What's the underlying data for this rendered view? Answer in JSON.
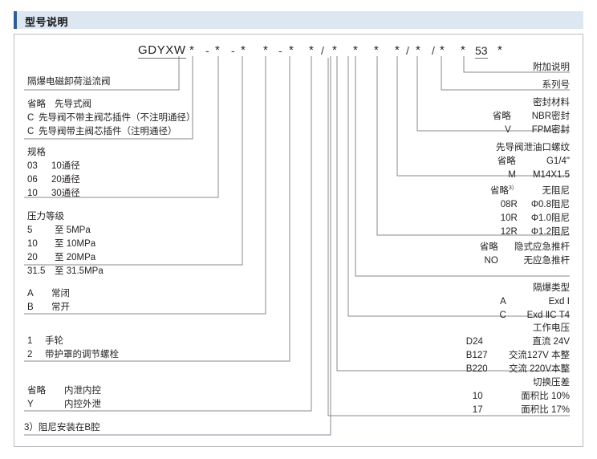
{
  "header": {
    "title": "型号说明"
  },
  "model_code": {
    "prefix": "GDYXW",
    "tokens": [
      "*",
      "-",
      "*",
      "-",
      "*",
      "*",
      "-",
      "*",
      "*",
      "/",
      "*",
      "*",
      "*",
      "*",
      "/",
      "*",
      "/",
      "*",
      "*",
      "53",
      "*"
    ],
    "series_number": "53"
  },
  "left_blocks": [
    {
      "name": "product-name",
      "lines": [
        {
          "text": "隔爆电磁卸荷溢流阀"
        }
      ]
    },
    {
      "name": "pilot-type",
      "lines": [
        {
          "key": "省略",
          "value": "先导式阀"
        },
        {
          "key": "C",
          "value": "先导阀不带主阀芯插件（不注明通径）"
        },
        {
          "key": "C",
          "value": "先导阀带主阀芯插件（注明通径）"
        }
      ]
    },
    {
      "name": "specification",
      "title": "规格",
      "lines": [
        {
          "key": "03",
          "value": "10通径"
        },
        {
          "key": "06",
          "value": "20通径"
        },
        {
          "key": "10",
          "value": "30通径"
        }
      ]
    },
    {
      "name": "pressure-rating",
      "title": "压力等级",
      "lines": [
        {
          "key": "5",
          "value": "至  5MPa"
        },
        {
          "key": "10",
          "value": "至 10MPa"
        },
        {
          "key": "20",
          "value": "至 20MPa"
        },
        {
          "key": "31.5",
          "value": "至 31.5MPa"
        }
      ]
    },
    {
      "name": "valve-state",
      "lines": [
        {
          "key": "A",
          "value": "常闭"
        },
        {
          "key": "B",
          "value": "常开"
        }
      ]
    },
    {
      "name": "adjustment-type",
      "lines": [
        {
          "key": "1",
          "value": "手轮"
        },
        {
          "key": "2",
          "value": "带护罩的调节螺栓"
        }
      ]
    },
    {
      "name": "drain-control",
      "lines": [
        {
          "key": "省略",
          "value": "内泄内控"
        },
        {
          "key": "Y",
          "value": "内控外泄"
        }
      ]
    }
  ],
  "footnote": "3）阻尼安装在B腔",
  "right_blocks": [
    {
      "name": "additional-note",
      "title": "附加说明",
      "lines": []
    },
    {
      "name": "series-number",
      "title": "系列号",
      "lines": []
    },
    {
      "name": "seal-material",
      "title": "密封材料",
      "lines": [
        {
          "key": "省略",
          "value": "NBR密封"
        },
        {
          "key": "V",
          "value": "FPM密封"
        }
      ]
    },
    {
      "name": "pilot-drain-thread",
      "title": "先导阀泄油口螺纹",
      "lines": [
        {
          "key": "省略",
          "value": "G1/4\""
        },
        {
          "key": "M",
          "value": "M14X1.5"
        }
      ]
    },
    {
      "name": "damping",
      "title": "",
      "lines": [
        {
          "key": "省略",
          "sup": "3）",
          "value": "无阻尼"
        },
        {
          "key": "08R",
          "value": "Φ0.8阻尼"
        },
        {
          "key": "10R",
          "value": "Φ1.0阻尼"
        },
        {
          "key": "12R",
          "value": "Φ1.2阻尼"
        }
      ]
    },
    {
      "name": "emergency-push-rod",
      "title": "",
      "lines": [
        {
          "key": "省略",
          "value": "隐式应急推杆"
        },
        {
          "key": "NO",
          "value": "无应急推杆"
        }
      ]
    },
    {
      "name": "explosion-proof-type",
      "title": "隔爆类型",
      "lines": [
        {
          "key": "A",
          "value": "Exd Ⅰ"
        },
        {
          "key": "C",
          "value": "Exd ⅡC T4"
        }
      ]
    },
    {
      "name": "working-voltage",
      "title": "工作电压",
      "lines": [
        {
          "key": "D24",
          "value": "直流 24V"
        },
        {
          "key": "B127",
          "value": "交流127V 本整"
        },
        {
          "key": "B220",
          "value": "交流 220V本整"
        }
      ]
    },
    {
      "name": "switching-pressure-difference",
      "title": "切换压差",
      "lines": [
        {
          "key": "10",
          "value": "面积比  10%"
        },
        {
          "key": "17",
          "value": "面积比  17%"
        }
      ]
    }
  ]
}
